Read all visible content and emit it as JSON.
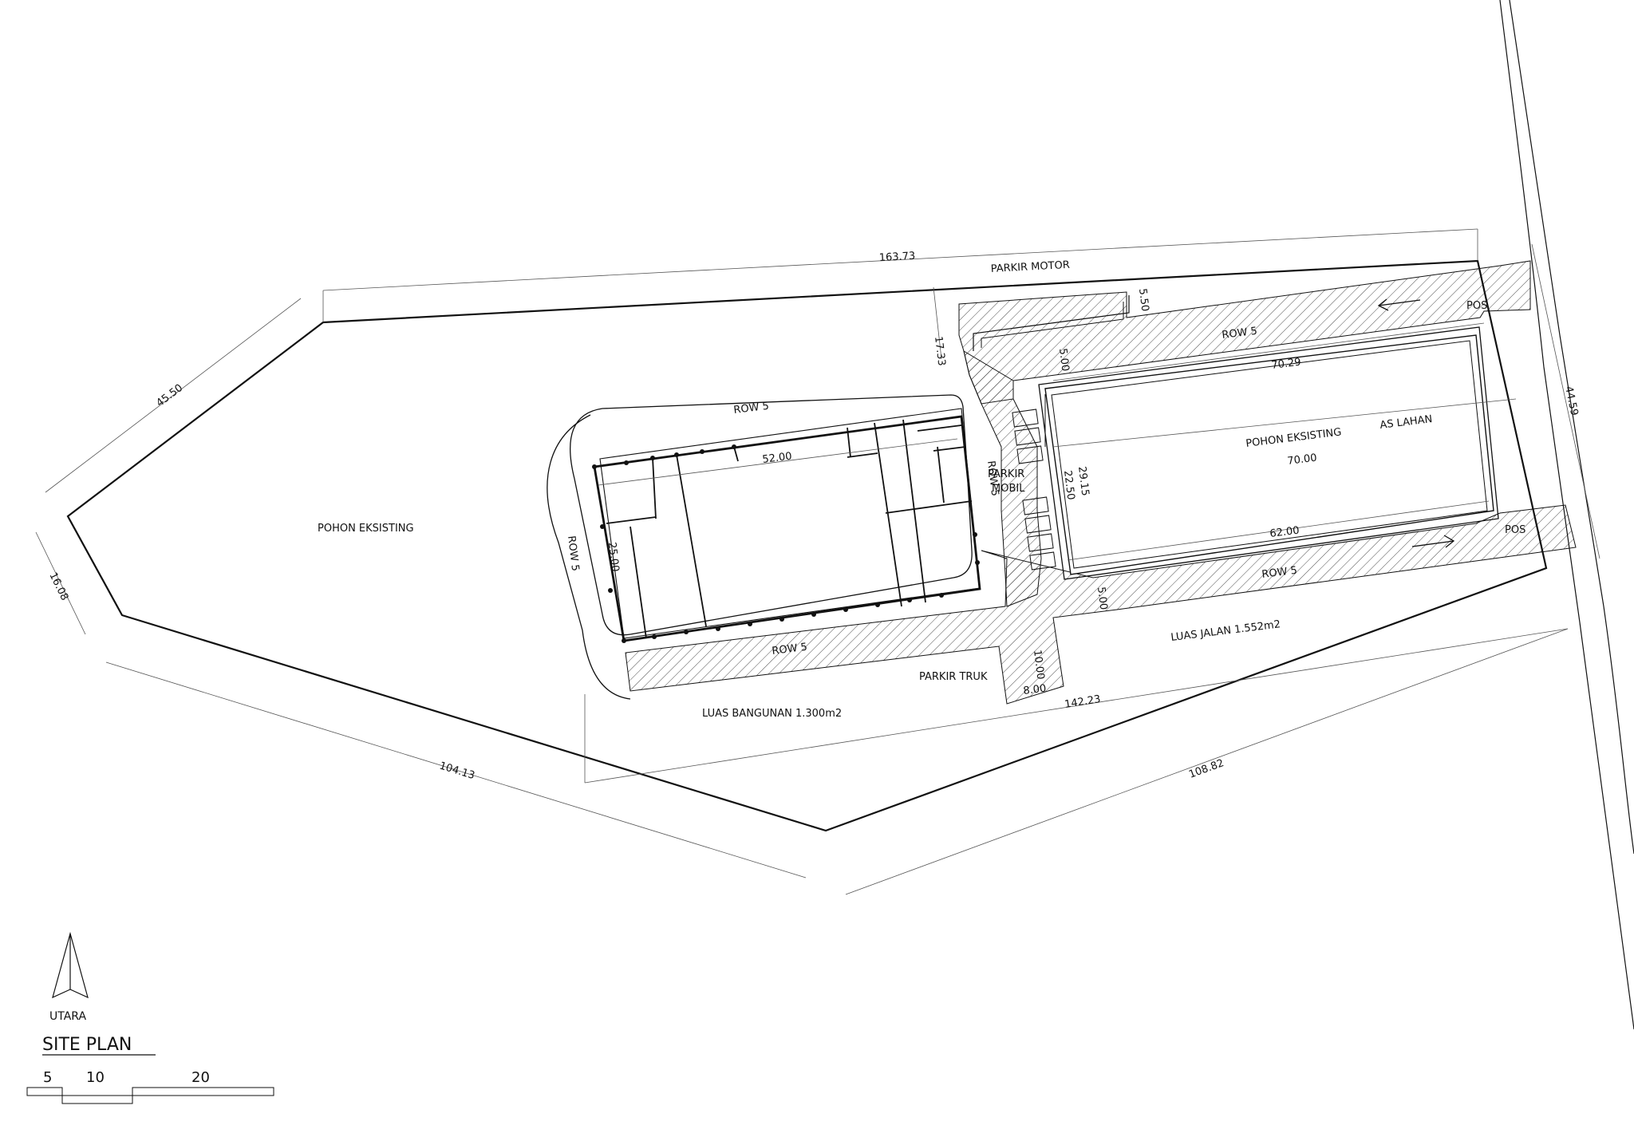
{
  "drawing": {
    "labels": {
      "parkir_motor": "PARKIR MOTOR",
      "pohon_eksisting_left": "POHON EKSISTING",
      "pohon_eksisting_right": "POHON EKSISTING",
      "as_lahan": "AS LAHAN",
      "parkir_mobil_1": "PARKIR",
      "parkir_mobil_2": "MOBIL",
      "parkir_truk": "PARKIR TRUK",
      "luas_bangunan": "LUAS BANGUNAN 1.300m2",
      "luas_jalan": "LUAS JALAN 1.552m2",
      "pos_top": "POS",
      "pos_bottom": "POS",
      "row_top_road": "ROW 5",
      "row_bottom_road": "ROW 5",
      "row_building_top": "ROW 5",
      "row_building_left": "ROW 5",
      "row_building_bottom": "ROW 5",
      "row_vertical": "ROW 5"
    },
    "dimensions": {
      "d_163_73": "163.73",
      "d_45_50": "45.50",
      "d_16_08": "16.08",
      "d_104_13": "104.13",
      "d_108_82": "108.82",
      "d_142_23": "142.23",
      "d_44_59": "44.59",
      "d_5_50": "5.50",
      "d_17_33": "17.33",
      "d_5_00_top": "5.00",
      "d_5_00_bottom": "5.00",
      "d_70_29": "70.29",
      "d_70_00": "70.00",
      "d_62_00": "62.00",
      "d_52_00": "52.00",
      "d_25_00": "25.00",
      "d_29_15": "29.15",
      "d_22_50": "22.50",
      "d_10_00": "10.00",
      "d_8_00": "8.00"
    }
  },
  "legend": {
    "north_label": "UTARA",
    "title": "SITE PLAN",
    "scale_labels": [
      "5",
      "10",
      "20"
    ]
  }
}
